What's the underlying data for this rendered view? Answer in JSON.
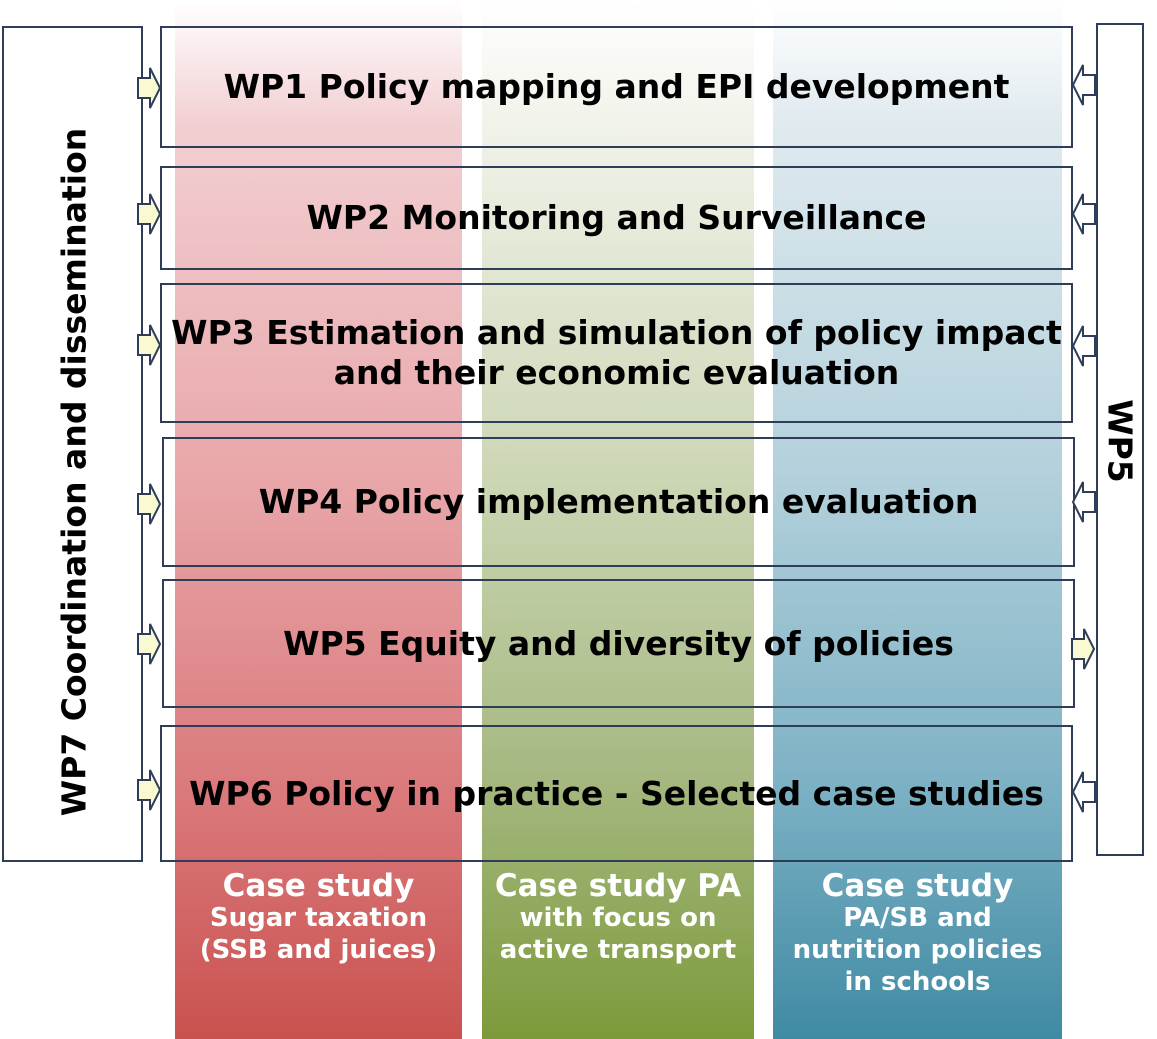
{
  "left_bar": {
    "label": "WP7 Coordination and dissemination"
  },
  "right_bar": {
    "label": "WP5"
  },
  "work_packages": [
    {
      "id": "wp1",
      "lines": [
        "WP1 Policy mapping and EPI development"
      ]
    },
    {
      "id": "wp2",
      "lines": [
        "WP2 Monitoring and Surveillance"
      ]
    },
    {
      "id": "wp3",
      "lines": [
        "WP3 Estimation and simulation of policy impact",
        "and their economic evaluation"
      ]
    },
    {
      "id": "wp4",
      "lines": [
        "WP4 Policy implementation evaluation"
      ]
    },
    {
      "id": "wp5",
      "lines": [
        "WP5 Equity and diversity of policies"
      ]
    },
    {
      "id": "wp6",
      "lines": [
        "WP6 Policy in practice - Selected case studies"
      ]
    }
  ],
  "case_studies": [
    {
      "title": "Case study",
      "lines": [
        "Sugar taxation",
        "(SSB and juices)"
      ],
      "color": "#c9524f"
    },
    {
      "title": "Case study PA",
      "lines": [
        "with focus on",
        "active transport"
      ],
      "color": "#7c9a3a"
    },
    {
      "title": "Case study",
      "lines": [
        "PA/SB and",
        "nutrition policies",
        "in schools"
      ],
      "color": "#3f8aa3"
    }
  ],
  "colors": {
    "border": "#2f3e58",
    "arrow_fill": "#fafad2"
  }
}
